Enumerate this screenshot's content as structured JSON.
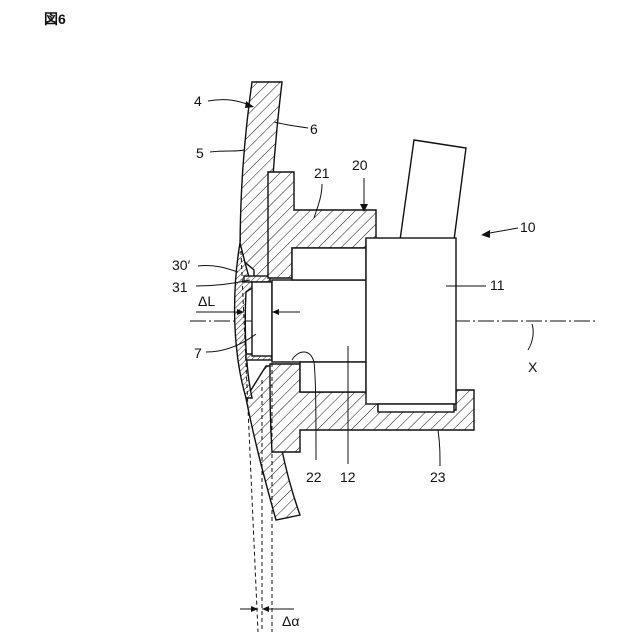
{
  "figure": {
    "title": "図6"
  },
  "labels": {
    "l4": "4",
    "l6": "6",
    "l5": "5",
    "l20": "20",
    "l21": "21",
    "l10": "10",
    "l11": "11",
    "l30": "30′",
    "l31": "31",
    "dL": "ΔL",
    "l7": "7",
    "X": "X",
    "l22": "22",
    "l12": "12",
    "l23": "23",
    "dAlpha": "Δα"
  }
}
